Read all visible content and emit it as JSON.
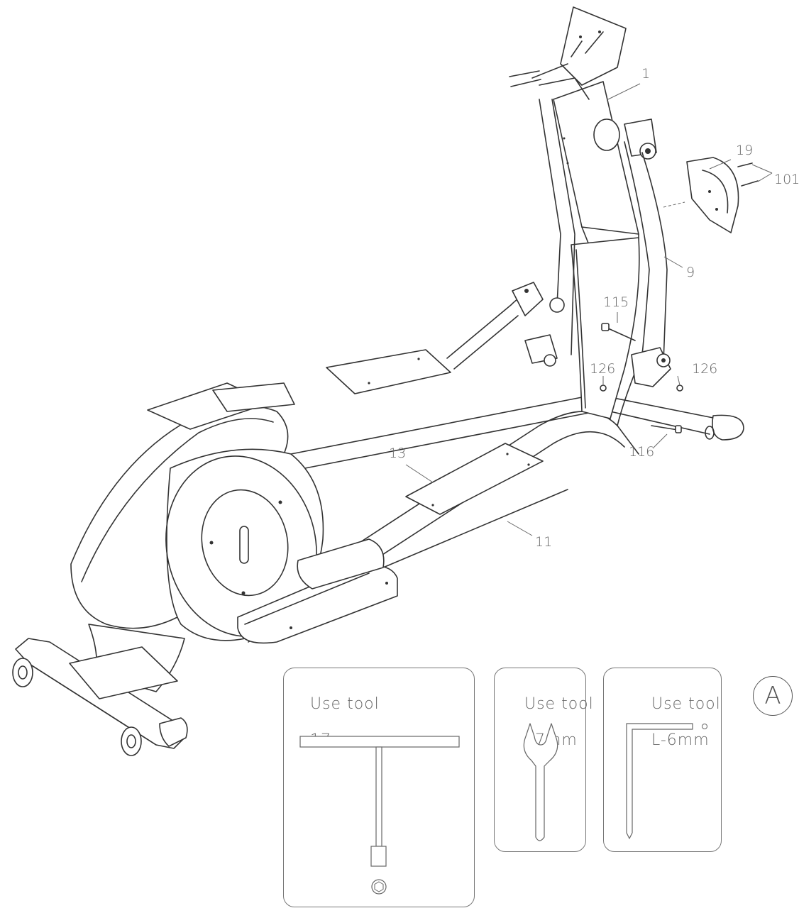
{
  "callouts": [
    {
      "id": "p1",
      "text": "1"
    },
    {
      "id": "p19",
      "text": "19"
    },
    {
      "id": "p101",
      "text": "101"
    },
    {
      "id": "p9",
      "text": "9"
    },
    {
      "id": "p115",
      "text": "115"
    },
    {
      "id": "p126a",
      "text": "126"
    },
    {
      "id": "p126b",
      "text": "126"
    },
    {
      "id": "p116",
      "text": "116"
    },
    {
      "id": "p13",
      "text": "13"
    },
    {
      "id": "p11",
      "text": "11"
    }
  ],
  "tools": [
    {
      "id": "t-handle",
      "line1": "Use tool",
      "line2": "17mm",
      "icon": "t-handle-wrench-icon"
    },
    {
      "id": "open-wrench",
      "line1": "Use tool",
      "line2": "17mm",
      "icon": "open-end-wrench-icon"
    },
    {
      "id": "hex-key",
      "line1": "Use tool",
      "line2": "L-6mm",
      "icon": "allen-key-icon"
    }
  ],
  "step": {
    "label": "A"
  }
}
